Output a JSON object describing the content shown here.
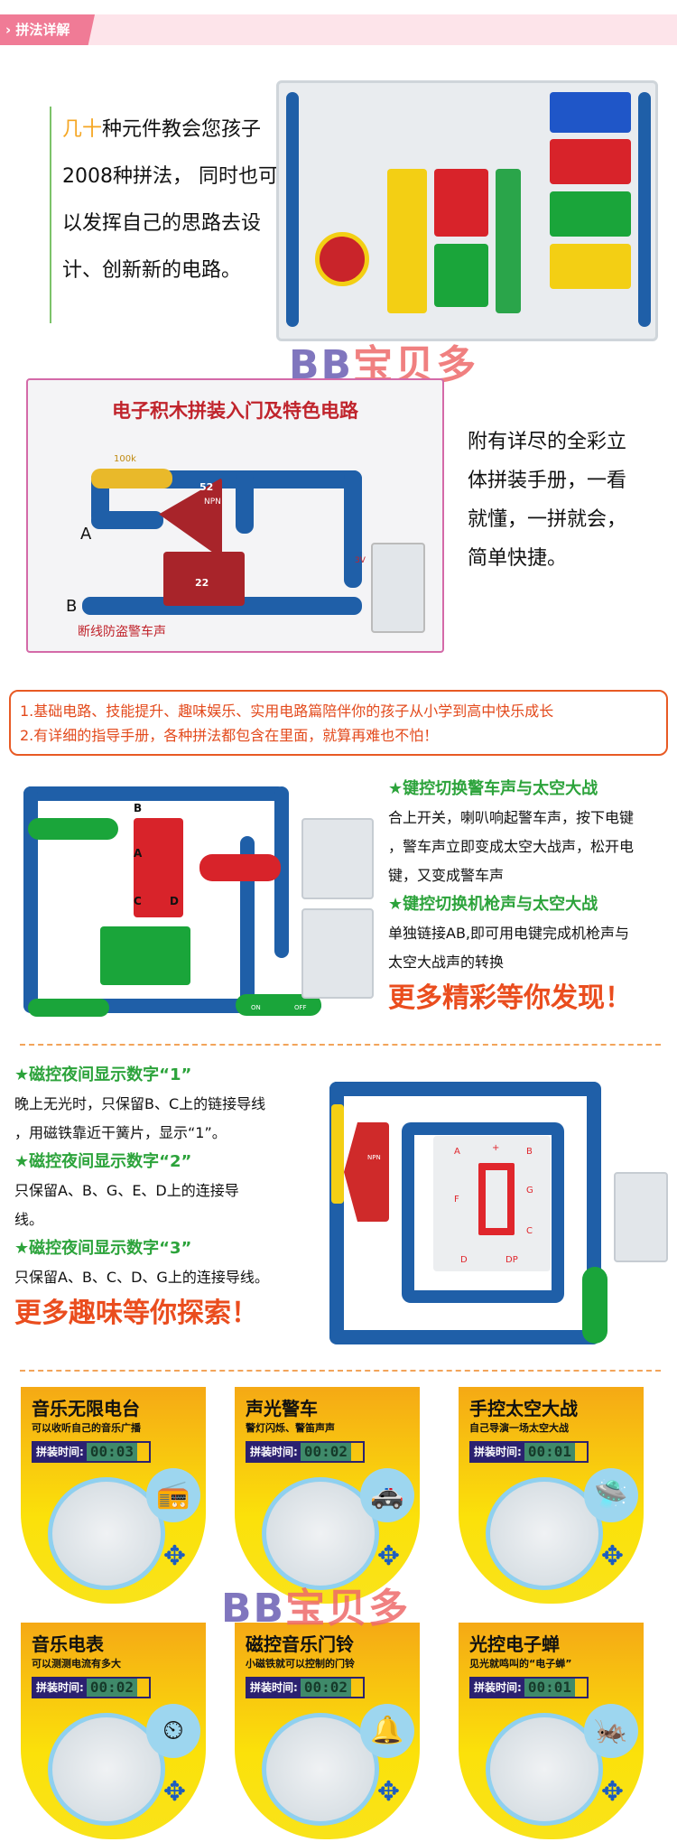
{
  "header": {
    "tag": "拼法详解",
    "chevron_icon": "chevron-right-icon"
  },
  "section1": {
    "lines": [
      [
        "几十",
        "种元件教会您孩子"
      ],
      "2008种拼法， 同时也可",
      "以发挥自己的思路去设",
      "计、创新新的电路。"
    ]
  },
  "watermark": {
    "letters": "BB",
    "text": "宝贝多"
  },
  "manual": {
    "title": "电子积木拼装入门及特色电路",
    "label_a": "A",
    "label_b": "B",
    "resistor": "100k",
    "npn": "NPN",
    "part52": "52",
    "part22": "22",
    "caption": "断线防盗警车声",
    "voltage": "3V"
  },
  "section2": {
    "lines": [
      "附有详尽的全彩立",
      "体拼装手册，一看",
      "就懂，一拼就会，",
      "简单快捷。"
    ]
  },
  "notice": {
    "lines": [
      "1.基础电路、技能提升、趣味娱乐、实用电路篇陪伴你的孩子从小学到高中快乐成长",
      "2.有详细的指导手册，各种拼法都包含在里面，就算再难也不怕！"
    ]
  },
  "section3": {
    "heading1": "★键控切换警车声与太空大战",
    "body1": [
      "合上开关，喇叭响起警车声，按下电键",
      "，警车声立即变成太空大战声，松开电",
      "键，又变成警车声"
    ],
    "heading2": "★键控切换机枪声与太空大战",
    "body2": [
      "单独链接AB,即可用电键完成机枪声与",
      "太空大战声的转换"
    ],
    "slogan": "更多精彩等你发现！",
    "board_labels": {
      "a": "A",
      "b": "B",
      "c": "C",
      "d": "D",
      "on": "ON",
      "off": "OFF"
    }
  },
  "section4": {
    "items": [
      {
        "heading": "★磁控夜间显示数字“1”",
        "body": [
          "晚上无光时，只保留B、C上的链接导线",
          "，用磁铁靠近干簧片，显示“1”。"
        ]
      },
      {
        "heading": "★磁控夜间显示数字“2”",
        "body": [
          "只保留A、B、G、E、D上的连接导",
          "线。"
        ]
      },
      {
        "heading": "★磁控夜间显示数字“3”",
        "body": [
          "只保留A、B、C、D、G上的连接导线。"
        ]
      }
    ],
    "slogan": "更多趣味等你探索！",
    "seg_labels": [
      "A",
      "B",
      "C",
      "D",
      "F",
      "G",
      "DP",
      "+"
    ],
    "npn": "NPN"
  },
  "cards": [
    {
      "title": "音乐无限电台",
      "subtitle": "可以收听自己的音乐广播",
      "time_label": "拼装时间:",
      "time": "00:03",
      "icon": "radio-icon"
    },
    {
      "title": "声光警车",
      "subtitle": "警灯闪烁、警笛声声",
      "time_label": "拼装时间:",
      "time": "00:02",
      "icon": "police-car-icon"
    },
    {
      "title": "手控太空大战",
      "subtitle": "自己导演一场太空大战",
      "time_label": "拼装时间:",
      "time": "00:01",
      "icon": "ufo-icon"
    },
    {
      "title": "音乐电表",
      "subtitle": "可以测测电流有多大",
      "time_label": "拼装时间:",
      "time": "00:02",
      "icon": "multimeter-icon"
    },
    {
      "title": "磁控音乐门铃",
      "subtitle": "小磁铁就可以控制的门铃",
      "time_label": "拼装时间:",
      "time": "00:02",
      "icon": "bell-icon"
    },
    {
      "title": "光控电子蝉",
      "subtitle": "见光就鸣叫的“电子蝉”",
      "time_label": "拼装时间:",
      "time": "00:01",
      "icon": "cicada-icon"
    }
  ],
  "colors": {
    "header_bg": "#fde4ea",
    "header_tag": "#f07b96",
    "accent_orange": "#ea4d1e",
    "accent_green": "#2ca33b",
    "wire_blue": "#1f5fa8",
    "card_yellow": "#fbe10a"
  }
}
